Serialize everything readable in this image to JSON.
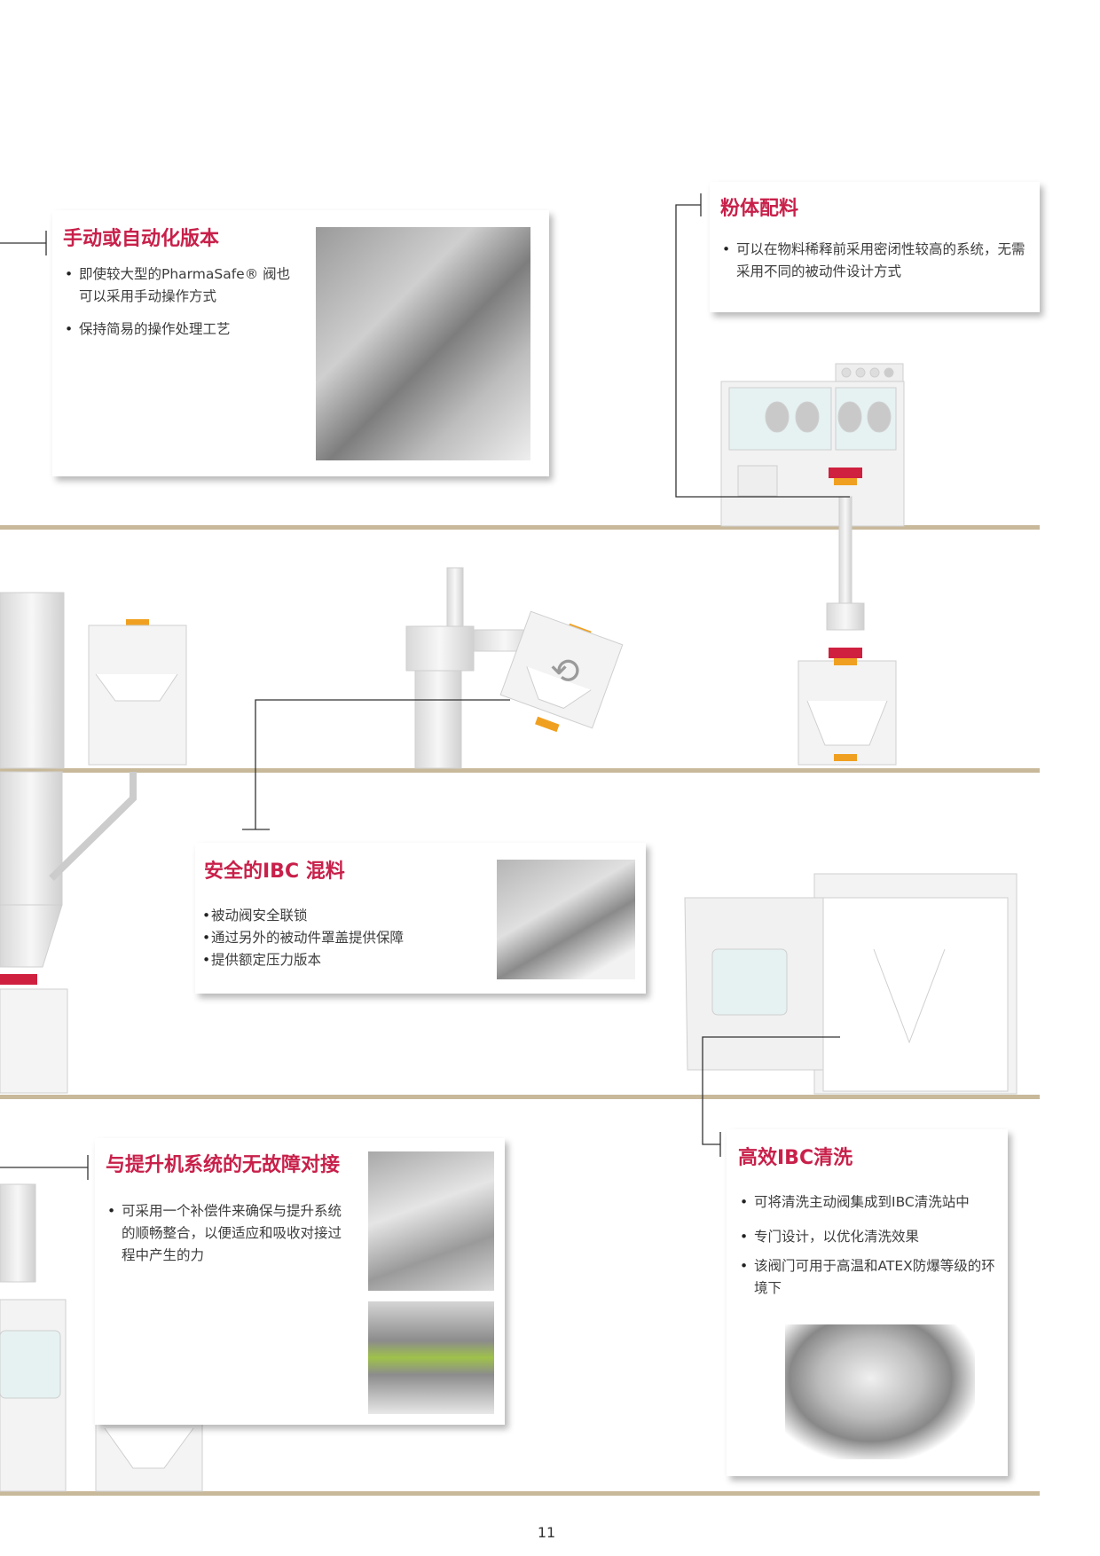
{
  "cards": {
    "manual": {
      "title": "手动或自动化版本",
      "bullets": [
        "即使较大型的PharmaSafe® 阀也可以采用手动操作方式",
        "保持简易的操作处理工艺"
      ]
    },
    "powder": {
      "title": "粉体配料",
      "bullets": [
        "可以在物料稀释前采用密闭性较高的系统，无需采用不同的被动件设计方式"
      ]
    },
    "mixing": {
      "title": "安全的IBC 混料",
      "bullets": [
        "被动阀安全联锁",
        "通过另外的被动件罩盖提供保障",
        "提供额定压力版本"
      ]
    },
    "lift": {
      "title": "与提升机系统的无故障对接",
      "bullets": [
        "可采用一个补偿件来确保与提升系统的顺畅整合，以便适应和吸收对接过程中产生的力"
      ]
    },
    "cleaning": {
      "title": "高效IBC清洗",
      "bullets": [
        "可将清洗主动阀集成到IBC清洗站中",
        "专门设计，以优化清洗效果",
        "该阀门可用于高温和ATEX防爆等级的环境下"
      ]
    }
  },
  "page_number": "11",
  "colors": {
    "accent": "#c8204a",
    "valve_red": "#d0203f",
    "valve_orange": "#f0a020",
    "floor": "#c8b99a"
  }
}
